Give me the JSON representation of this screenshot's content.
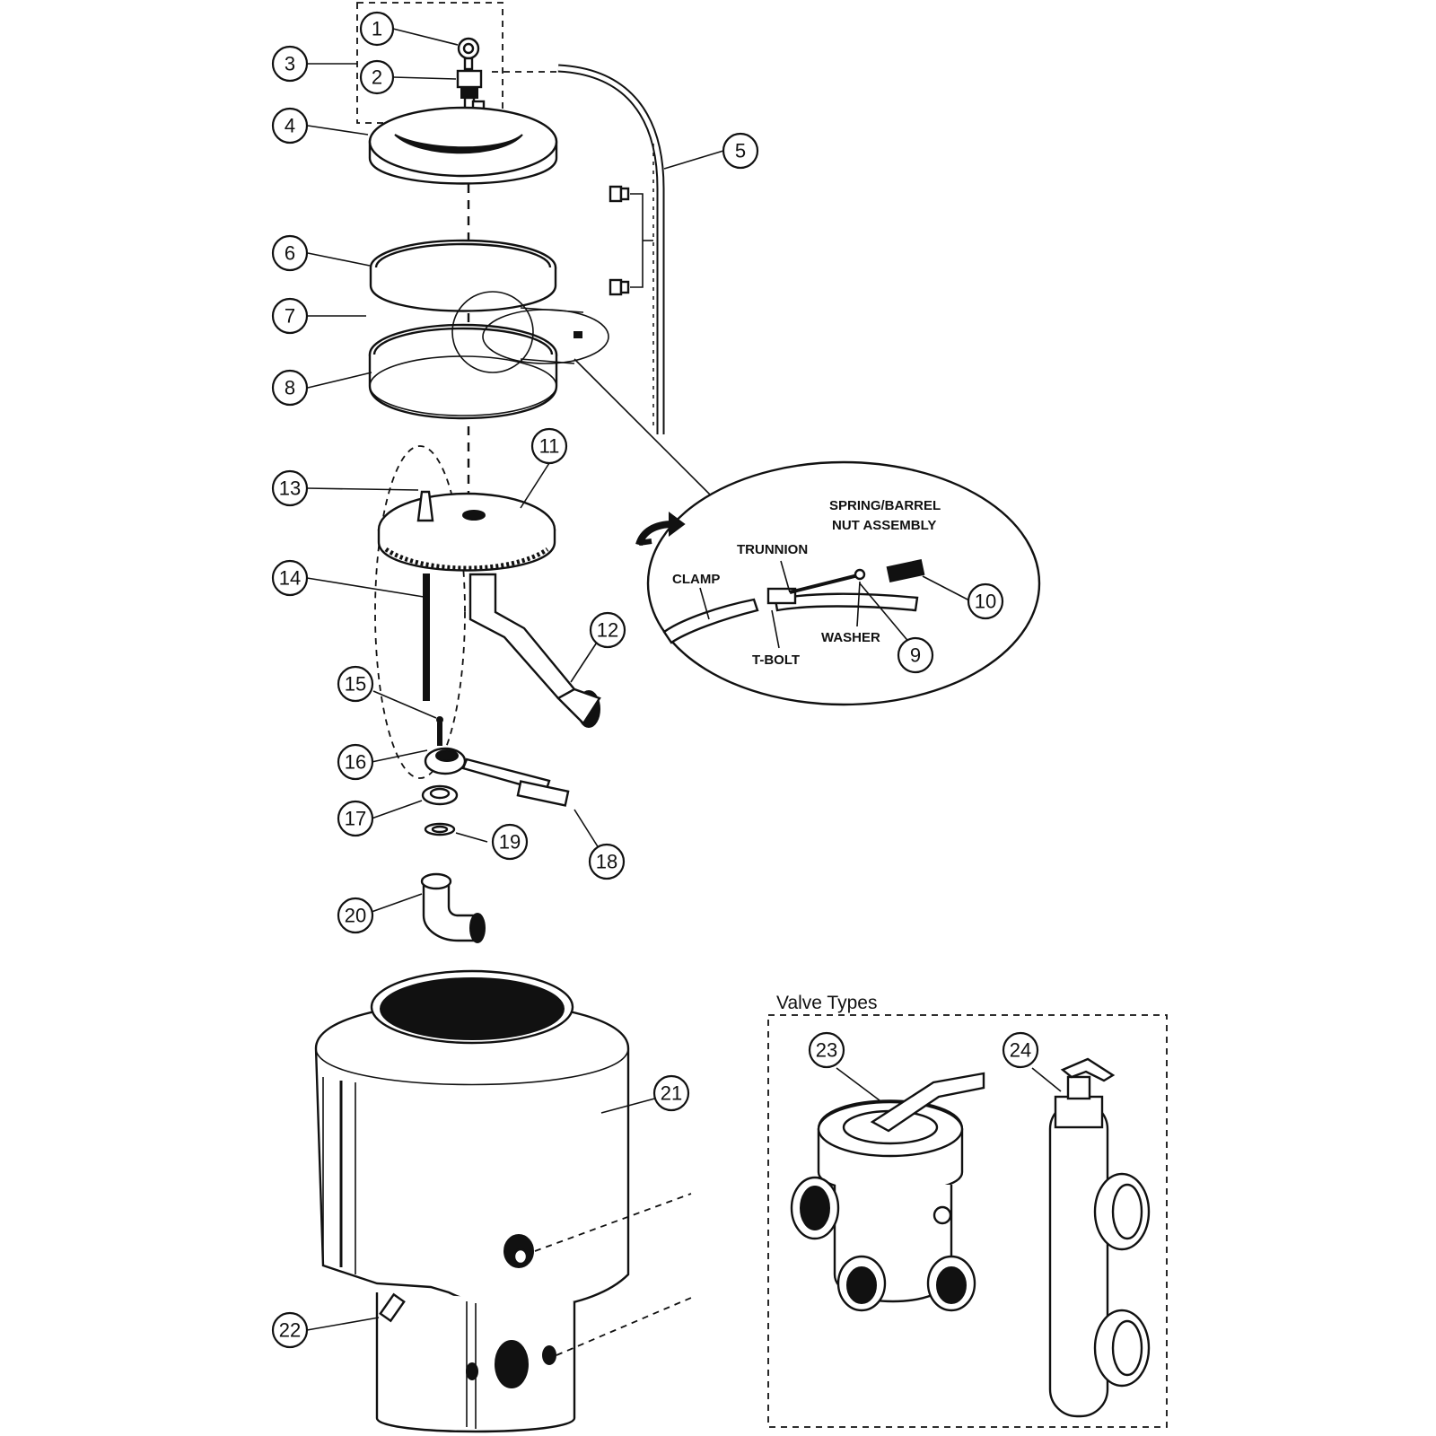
{
  "callouts": [
    {
      "id": "1"
    },
    {
      "id": "2"
    },
    {
      "id": "3"
    },
    {
      "id": "4"
    },
    {
      "id": "5"
    },
    {
      "id": "6"
    },
    {
      "id": "7"
    },
    {
      "id": "8"
    },
    {
      "id": "9"
    },
    {
      "id": "10"
    },
    {
      "id": "11"
    },
    {
      "id": "12"
    },
    {
      "id": "13"
    },
    {
      "id": "14"
    },
    {
      "id": "15"
    },
    {
      "id": "16"
    },
    {
      "id": "17"
    },
    {
      "id": "18"
    },
    {
      "id": "19"
    },
    {
      "id": "20"
    },
    {
      "id": "21"
    },
    {
      "id": "22"
    },
    {
      "id": "23"
    },
    {
      "id": "24"
    }
  ],
  "detail_labels": {
    "spring_barrel_line1": "SPRING/BARREL",
    "spring_barrel_line2": "NUT ASSEMBLY",
    "trunnion": "TRUNNION",
    "clamp": "CLAMP",
    "washer": "WASHER",
    "t_bolt": "T-BOLT"
  },
  "valve_types": {
    "title": "Valve Types"
  }
}
